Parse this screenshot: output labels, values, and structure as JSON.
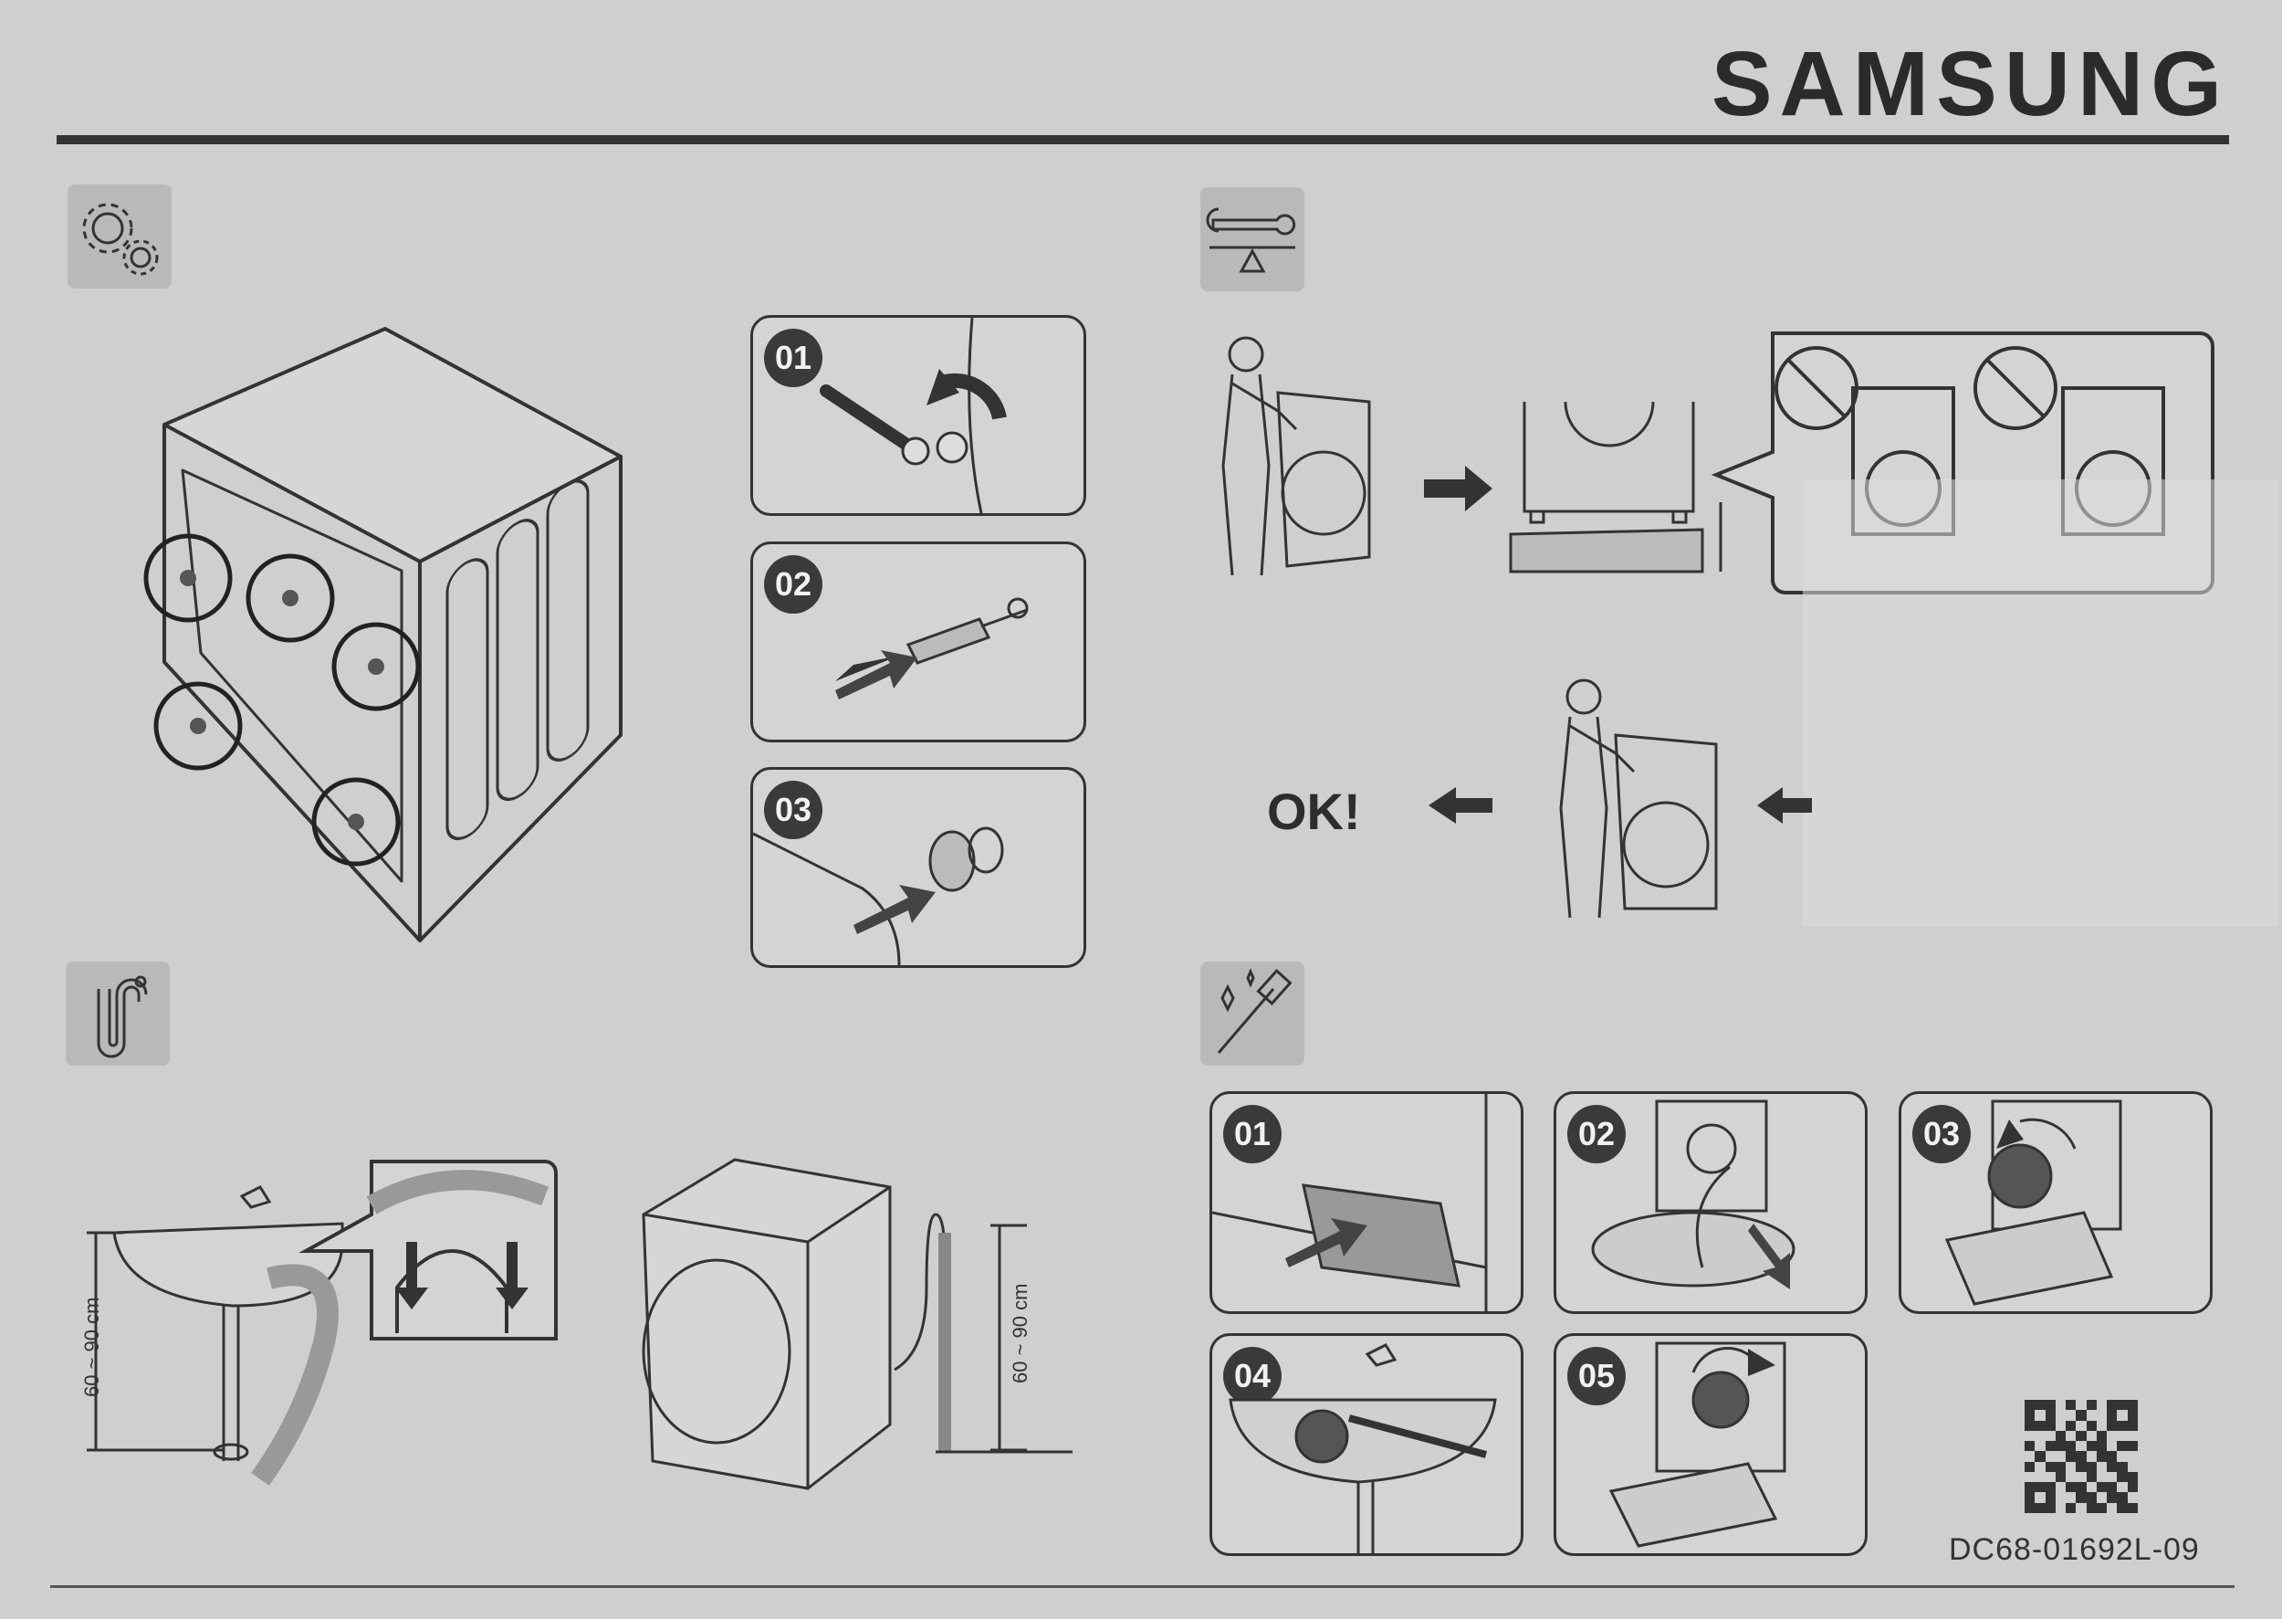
{
  "brand": "SAMSUNG",
  "sections": {
    "transport_bolts": {
      "icon": "gears-icon",
      "steps": [
        "01",
        "02",
        "03"
      ]
    },
    "leveling": {
      "icon": "wrench-level-icon",
      "result": "OK!"
    },
    "drain_hose": {
      "icon": "drain-hose-icon",
      "height_label_left": "60 ~ 90 cm",
      "height_label_right": "60 ~ 90 cm"
    },
    "filter_cleaning": {
      "icon": "brush-sparkle-icon",
      "steps": [
        "01",
        "02",
        "03",
        "04",
        "05"
      ]
    }
  },
  "document_code": "DC68-01692L-09",
  "colors": {
    "ink": "#333333",
    "paper": "#cfcfcf",
    "panel": "#d4d4d4",
    "badge": "#3a3a3a"
  }
}
